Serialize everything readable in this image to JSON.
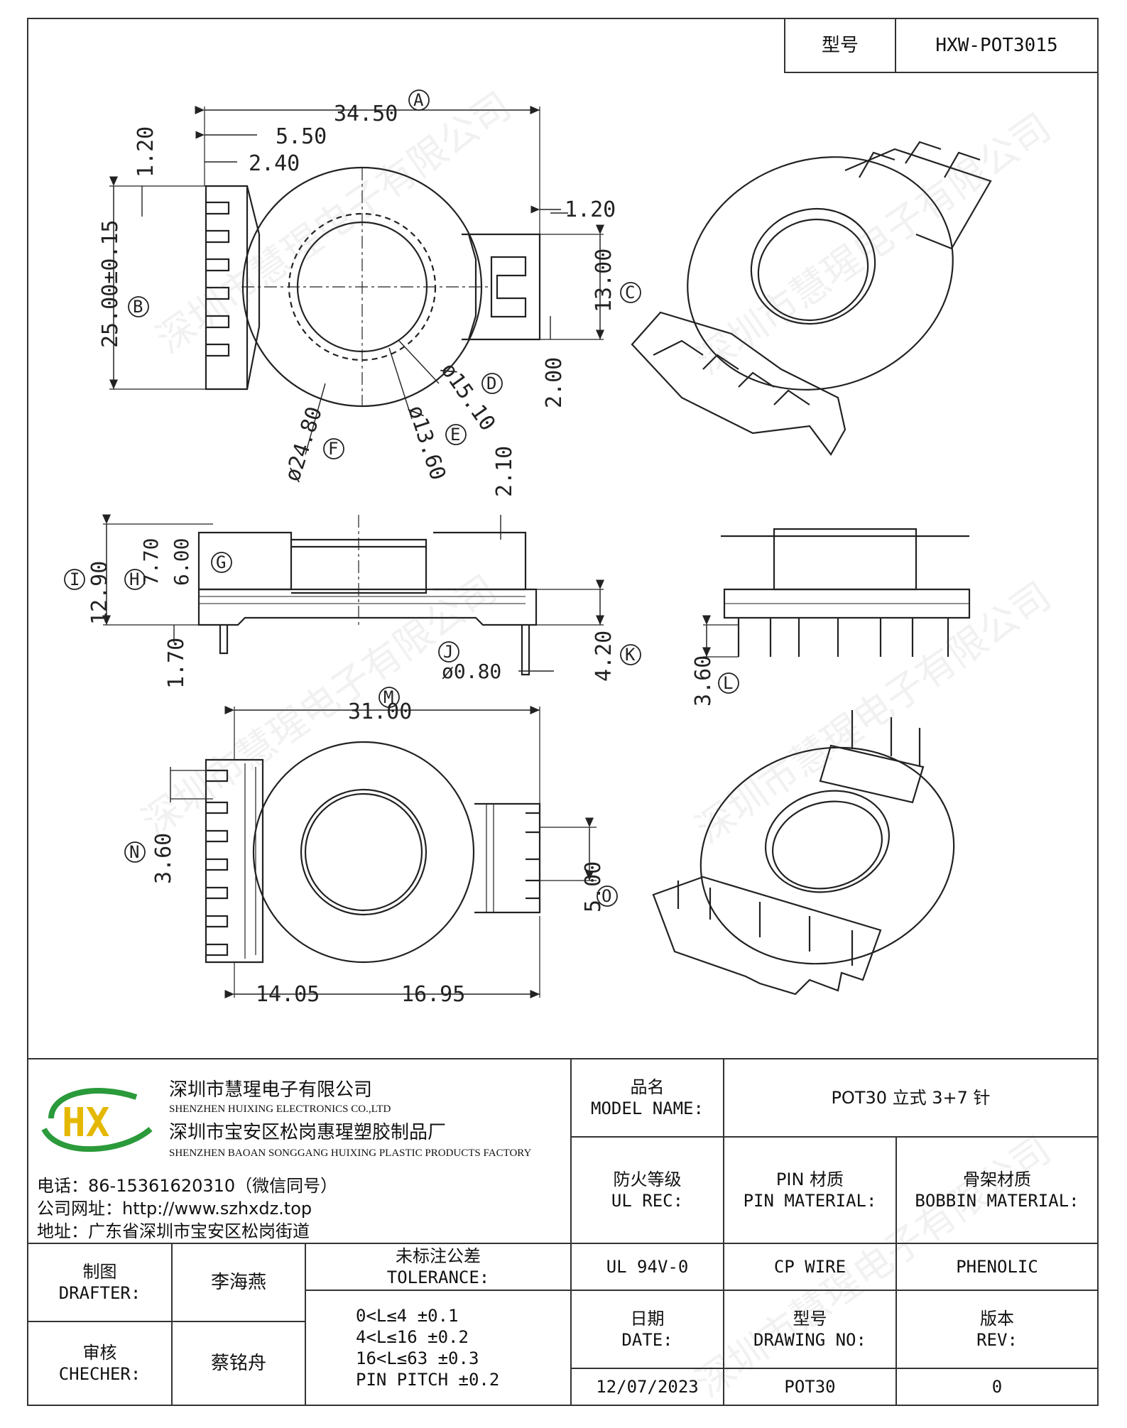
{
  "header": {
    "model_label": "型号",
    "model_value": "HXW-POT3015"
  },
  "drawing": {
    "dims": {
      "d_34_50": "34.50",
      "d_5_50": "5.50",
      "d_2_40": "2.40",
      "d_1_20_top": "1.20",
      "d_1_20_right": "1.20",
      "d_25": "25.00±0.15",
      "d_13": "13.00",
      "d_2_00": "2.00",
      "d_15_10": "ø15.10",
      "d_13_60": "ø13.60",
      "d_24_80": "ø24.80",
      "d_2_10": "2.10",
      "d_12_90": "12.90",
      "d_7_70": "7.70",
      "d_6_00": "6.00",
      "d_1_70": "1.70",
      "d_0_80": "ø0.80",
      "d_4_20": "4.20",
      "d_3_60_side": "3.60",
      "d_31": "31.00",
      "d_3_60_bottom": "3.60",
      "d_5_00": "5.00",
      "d_14_05": "14.05",
      "d_16_95": "16.95"
    },
    "callouts": {
      "A": "A",
      "B": "B",
      "C": "C",
      "D": "D",
      "E": "E",
      "F": "F",
      "G": "G",
      "H": "H",
      "I": "I",
      "J": "J",
      "K": "K",
      "L": "L",
      "M": "M",
      "N": "N",
      "O": "O"
    }
  },
  "title_block": {
    "company_cn": "深圳市慧瑆电子有限公司",
    "company_en": "SHENZHEN HUIXING ELECTRONICS CO.,LTD",
    "factory_cn": "深圳市宝安区松岗惠瑆塑胶制品厂",
    "factory_en": "SHENZHEN BAOAN SONGGANG HUIXING PLASTIC PRODUCTS FACTORY",
    "phone": "电话：86-15361620310（微信同号）",
    "website": "公司网址：http://www.szhxdz.top",
    "address": "地址：广东省深圳市宝安区松岗街道",
    "logo_text": "HX",
    "model_name_cn": "品名",
    "model_name_en": "MODEL NAME:",
    "model_name_value": "POT30 立式 3+7 针",
    "ul_cn": "防火等级",
    "ul_en": "UL REC:",
    "pin_cn": "PIN 材质",
    "pin_en": "PIN MATERIAL:",
    "bobbin_cn": "骨架材质",
    "bobbin_en": "BOBBIN MATERIAL:",
    "ul_value": "UL 94V-0",
    "pin_value": "CP WIRE",
    "bobbin_value": "PHENOLIC",
    "drafter_cn": "制图",
    "drafter_en": "DRAFTER:",
    "drafter_name": "李海燕",
    "checker_cn": "审核",
    "checker_en": "CHECHER:",
    "checker_name": "蔡铭舟",
    "tolerance_cn": "未标注公差",
    "tolerance_en": "TOLERANCE:",
    "tolerance_lines": [
      "0<L≤4  ±0.1",
      "4<L≤16  ±0.2",
      "16<L≤63  ±0.3",
      "PIN PITCH  ±0.2"
    ],
    "date_cn": "日期",
    "date_en": "DATE:",
    "drawing_no_cn": "型号",
    "drawing_no_en": "DRAWING NO:",
    "rev_cn": "版本",
    "rev_en": "REV:",
    "date_value": "12/07/2023",
    "drawing_no_value": "POT30",
    "rev_value": "0"
  },
  "watermark": "深圳市慧瑆电子有限公司"
}
